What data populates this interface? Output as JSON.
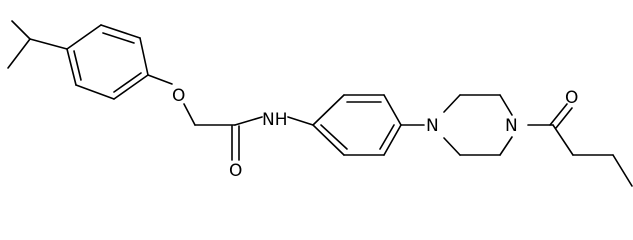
{
  "molecule": {
    "atoms": {
      "o_ether": "O",
      "o_amide": "O",
      "nh_amide": "NH",
      "n_piperazine_1": "N",
      "n_piperazine_2": "N",
      "o_ketone": "O"
    }
  },
  "colors": {
    "bond": "#000000",
    "background": "#ffffff"
  }
}
